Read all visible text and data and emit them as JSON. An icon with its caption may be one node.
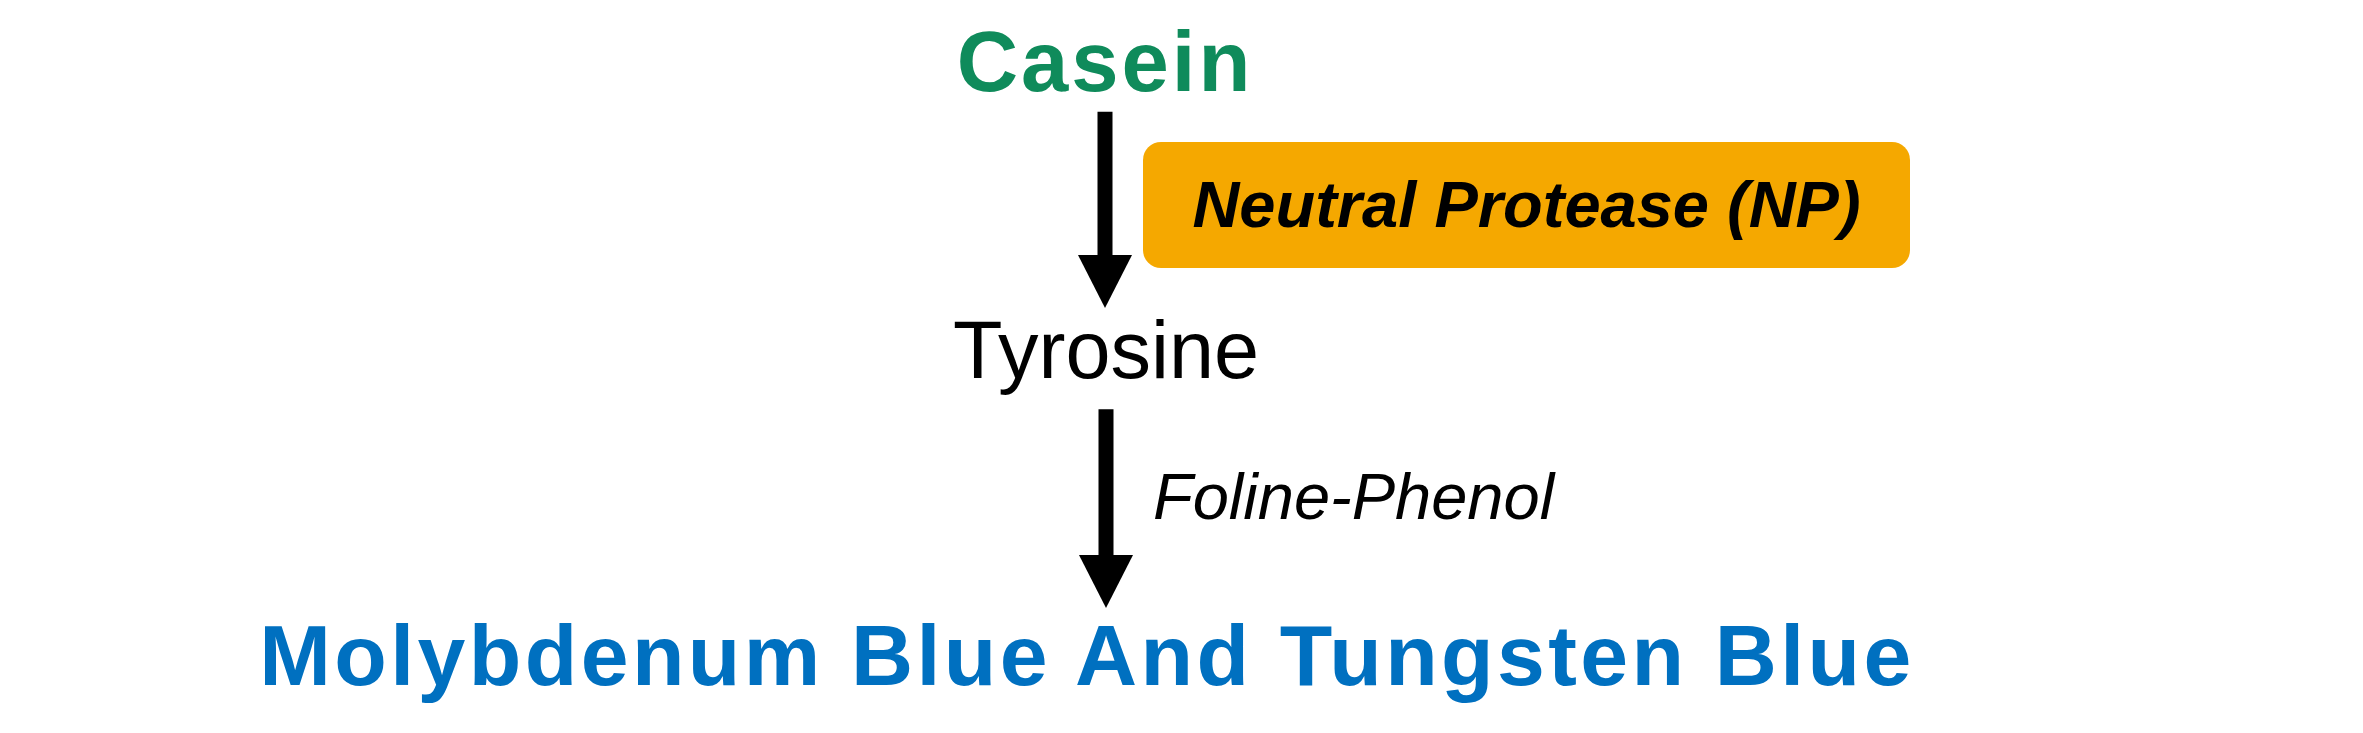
{
  "diagram": {
    "nodes": [
      {
        "text": [
          "Casein"
        ]
      },
      {
        "text": [
          "Neutral Protease (NP)"
        ]
      },
      {
        "text": [
          "Tyrosine"
        ]
      },
      {
        "text": [
          "Molybdenum Blue And Tungsten Blue"
        ]
      }
    ],
    "edges": [
      {
        "from": 0,
        "to": 2,
        "arrow": "to"
      },
      {
        "from": 2,
        "to": 3,
        "arrow": "to",
        "label": "Foline-Phenol"
      }
    ]
  }
}
